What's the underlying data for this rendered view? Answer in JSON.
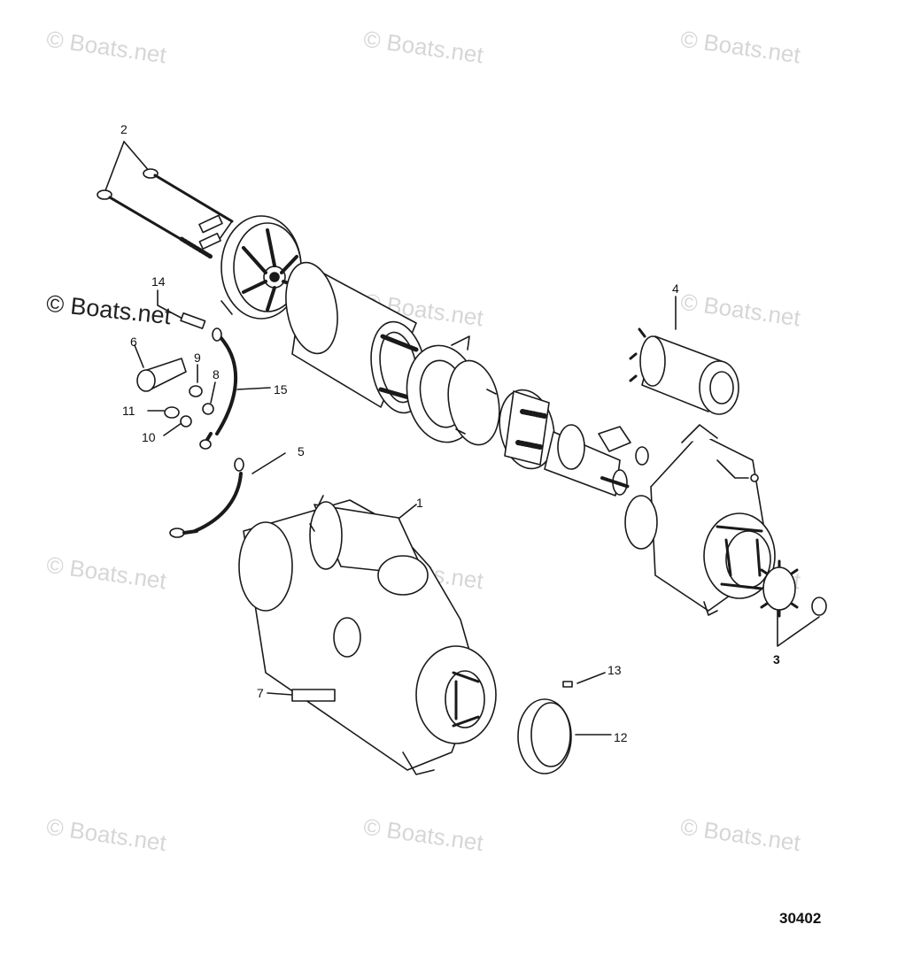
{
  "watermarks": {
    "text": "© Boats.net",
    "featured_text": "© Boats.net"
  },
  "callouts": [
    {
      "id": "c1",
      "label": "1"
    },
    {
      "id": "c2",
      "label": "2"
    },
    {
      "id": "c3",
      "label": "3"
    },
    {
      "id": "c4",
      "label": "4"
    },
    {
      "id": "c5",
      "label": "5"
    },
    {
      "id": "c6",
      "label": "6"
    },
    {
      "id": "c7",
      "label": "7"
    },
    {
      "id": "c8",
      "label": "8"
    },
    {
      "id": "c9",
      "label": "9"
    },
    {
      "id": "c10",
      "label": "10"
    },
    {
      "id": "c11",
      "label": "11"
    },
    {
      "id": "c12",
      "label": "12"
    },
    {
      "id": "c13",
      "label": "13"
    },
    {
      "id": "c14",
      "label": "14"
    },
    {
      "id": "c15",
      "label": "15"
    }
  ],
  "diagram_number": "30402",
  "colors": {
    "line": "#1a1a1a",
    "background": "#ffffff",
    "watermark": "#d6d6d6"
  }
}
